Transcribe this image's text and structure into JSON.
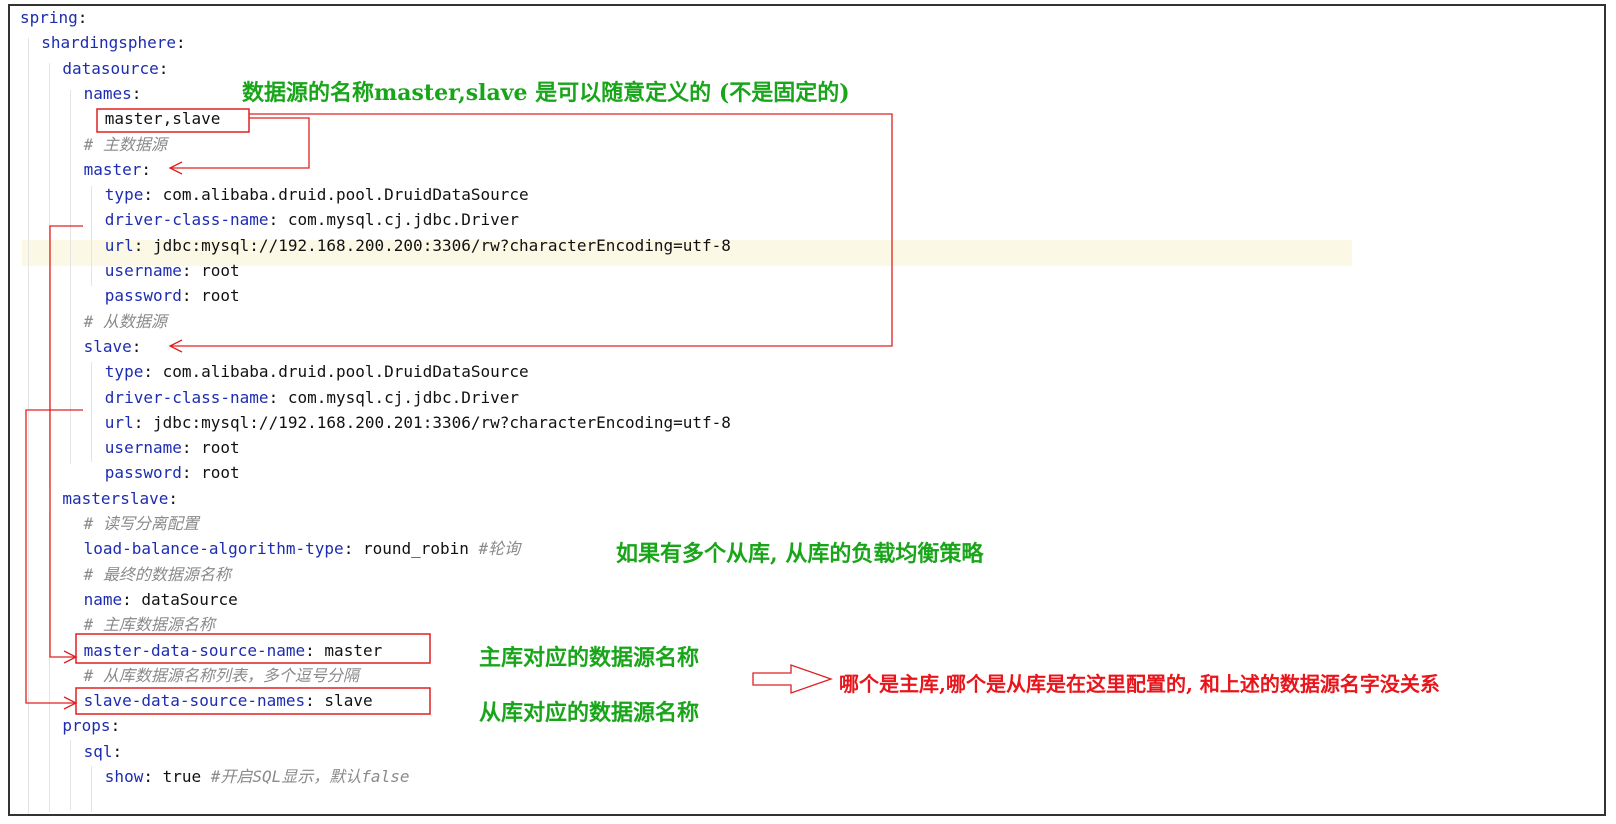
{
  "code": [
    {
      "indent": 0,
      "key": "spring",
      "sep": ":",
      "value": "",
      "comment": ""
    },
    {
      "indent": 1,
      "key": "shardingsphere",
      "sep": ":",
      "value": "",
      "comment": ""
    },
    {
      "indent": 2,
      "key": "datasource",
      "sep": ":",
      "value": "",
      "comment": ""
    },
    {
      "indent": 3,
      "key": "names",
      "sep": ":",
      "value": "",
      "comment": ""
    },
    {
      "indent": 4,
      "key": "",
      "sep": "",
      "value": "master,slave",
      "comment": ""
    },
    {
      "indent": 3,
      "key": "",
      "sep": "",
      "value": "",
      "comment": "# 主数据源"
    },
    {
      "indent": 3,
      "key": "master",
      "sep": ":",
      "value": "",
      "comment": ""
    },
    {
      "indent": 4,
      "key": "type",
      "sep": ": ",
      "value": "com.alibaba.druid.pool.DruidDataSource",
      "comment": ""
    },
    {
      "indent": 4,
      "key": "driver-class-name",
      "sep": ": ",
      "value": "com.mysql.cj.jdbc.Driver",
      "comment": ""
    },
    {
      "indent": 4,
      "key": "url",
      "sep": ": ",
      "value": "jdbc:mysql://192.168.200.200:3306/rw?characterEncoding=utf-8",
      "comment": ""
    },
    {
      "indent": 4,
      "key": "username",
      "sep": ": ",
      "value": "root",
      "comment": ""
    },
    {
      "indent": 4,
      "key": "password",
      "sep": ": ",
      "value": "root",
      "comment": ""
    },
    {
      "indent": 3,
      "key": "",
      "sep": "",
      "value": "",
      "comment": "# 从数据源"
    },
    {
      "indent": 3,
      "key": "slave",
      "sep": ":",
      "value": "",
      "comment": ""
    },
    {
      "indent": 4,
      "key": "type",
      "sep": ": ",
      "value": "com.alibaba.druid.pool.DruidDataSource",
      "comment": ""
    },
    {
      "indent": 4,
      "key": "driver-class-name",
      "sep": ": ",
      "value": "com.mysql.cj.jdbc.Driver",
      "comment": ""
    },
    {
      "indent": 4,
      "key": "url",
      "sep": ": ",
      "value": "jdbc:mysql://192.168.200.201:3306/rw?characterEncoding=utf-8",
      "comment": ""
    },
    {
      "indent": 4,
      "key": "username",
      "sep": ": ",
      "value": "root",
      "comment": ""
    },
    {
      "indent": 4,
      "key": "password",
      "sep": ": ",
      "value": "root",
      "comment": ""
    },
    {
      "indent": 2,
      "key": "masterslave",
      "sep": ":",
      "value": "",
      "comment": ""
    },
    {
      "indent": 3,
      "key": "",
      "sep": "",
      "value": "",
      "comment": "# 读写分离配置"
    },
    {
      "indent": 3,
      "key": "load-balance-algorithm-type",
      "sep": ": ",
      "value": "round_robin ",
      "comment": "#轮询"
    },
    {
      "indent": 3,
      "key": "",
      "sep": "",
      "value": "",
      "comment": "# 最终的数据源名称"
    },
    {
      "indent": 3,
      "key": "name",
      "sep": ": ",
      "value": "dataSource",
      "comment": ""
    },
    {
      "indent": 3,
      "key": "",
      "sep": "",
      "value": "",
      "comment": "# 主库数据源名称"
    },
    {
      "indent": 3,
      "key": "master-data-source-name",
      "sep": ": ",
      "value": "master",
      "comment": ""
    },
    {
      "indent": 3,
      "key": "",
      "sep": "",
      "value": "",
      "comment": "# 从库数据源名称列表，多个逗号分隔"
    },
    {
      "indent": 3,
      "key": "slave-data-source-names",
      "sep": ": ",
      "value": "slave",
      "comment": ""
    },
    {
      "indent": 2,
      "key": "props",
      "sep": ":",
      "value": "",
      "comment": ""
    },
    {
      "indent": 3,
      "key": "sql",
      "sep": ":",
      "value": "",
      "comment": ""
    },
    {
      "indent": 4,
      "key": "show",
      "sep": ": ",
      "value": "true ",
      "comment": "#开启SQL显示，默认false"
    }
  ],
  "annotations": {
    "names_note": "数据源的名称master,slave 是可以随意定义的 (不是固定的)",
    "balance_note": "如果有多个从库, 从库的负载均衡策略",
    "master_note": "主库对应的数据源名称",
    "slave_note": "从库对应的数据源名称",
    "config_note": "哪个是主库,哪个是从库是在这里配置的, 和上述的数据源名字没关系"
  },
  "colors": {
    "key": "#1d2cb0",
    "comment": "#8a8a8a",
    "annotation_green": "#19a519",
    "annotation_red": "#e8151b",
    "arrow_red": "#e02020",
    "current_line": "#fbf8e6"
  }
}
